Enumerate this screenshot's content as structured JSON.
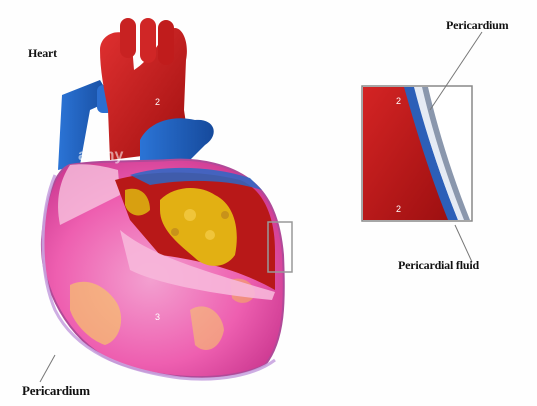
{
  "labels": {
    "heart": "Heart",
    "pericardium_bottom": "Pericardium",
    "pericardium_top": "Pericardium",
    "pericardial_fluid": "Pericardial fluid"
  },
  "markers": {
    "aorta": "2",
    "heart_lower": "3",
    "inset_upper": "2",
    "inset_lower": "2"
  },
  "watermark": "alamy",
  "colors": {
    "heart_red": "#c41a1a",
    "vessel_blue": "#1f5fbf",
    "pericardium_pink": "#f06ab0",
    "fat_yellow": "#e2b013",
    "fluid_white": "#e8ecf4"
  }
}
